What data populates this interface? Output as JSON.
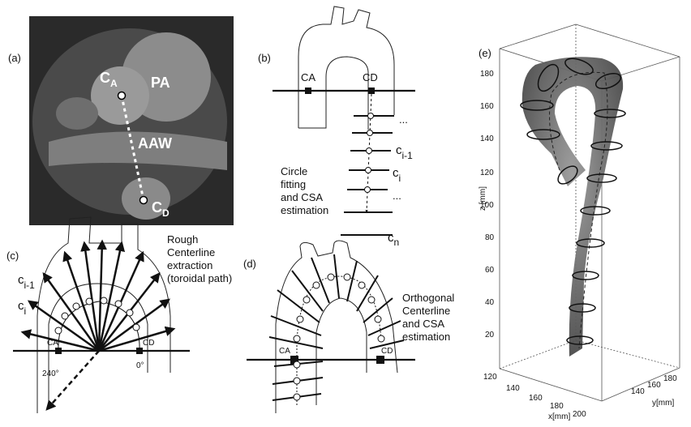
{
  "panels": {
    "a": {
      "label": "(a)",
      "ca": "C",
      "ca_sub": "A",
      "cd": "C",
      "cd_sub": "D",
      "pa": "PA",
      "aaw": "AAW"
    },
    "b": {
      "label": "(b)",
      "ca": "CA",
      "cd": "CD",
      "dots1": "...",
      "ci1": "c",
      "ci1_sub": "i-1",
      "ci": "c",
      "ci_sub": "i",
      "dots2": "...",
      "cn": "c",
      "cn_sub": "n",
      "note": [
        "Circle",
        "fitting",
        "and CSA",
        "estimation"
      ]
    },
    "c": {
      "label": "(c)",
      "ca": "CA",
      "cd": "CD",
      "ang240": "240°",
      "ang0": "0°",
      "ci1": "c",
      "ci1_sub": "i-1",
      "ci": "c",
      "ci_sub": "i",
      "note": [
        "Rough",
        "Centerline",
        "extraction",
        "(toroidal path)"
      ]
    },
    "d": {
      "label": "(d)",
      "ca": "CA",
      "cd": "CD",
      "note": [
        "Orthogonal",
        "Centerline",
        "and CSA",
        "estimation"
      ]
    },
    "e": {
      "label": "(e)",
      "zlabel": "z [mm]",
      "xlabel": "x[mm]",
      "ylabel": "y[mm]",
      "zticks": [
        "180",
        "160",
        "140",
        "120",
        "100",
        "80",
        "60",
        "40",
        "20"
      ],
      "xticks": [
        "120",
        "140",
        "160",
        "180",
        "200"
      ],
      "yticks": [
        "140",
        "160",
        "180"
      ]
    }
  }
}
